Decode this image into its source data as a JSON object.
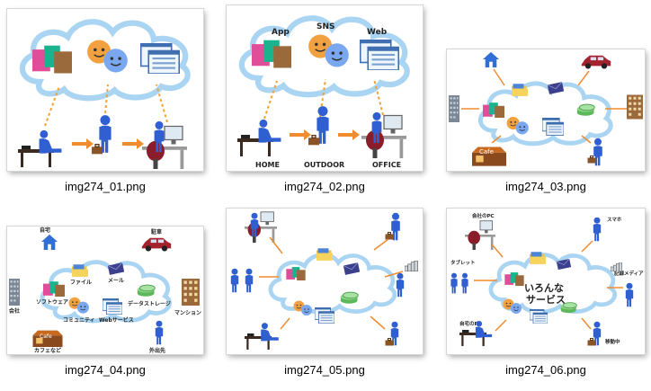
{
  "files": [
    {
      "name": "img274_01.png"
    },
    {
      "name": "img274_02.png",
      "labels": {
        "app": "App",
        "sns": "SNS",
        "web": "Web",
        "home": "HOME",
        "outdoor": "OUTDOOR",
        "office": "OFFICE"
      }
    },
    {
      "name": "img274_03.png",
      "labels": {
        "cafe": "Cafe"
      }
    },
    {
      "name": "img274_04.png",
      "labels": {
        "home": "自宅",
        "company_parking": "駐車",
        "company": "会社",
        "mansion": "マンション",
        "cafe": "カフェなど",
        "outside": "外出先",
        "file": "ファイル",
        "mail": "メール",
        "software": "ソフトウェア",
        "community": "コミュニティ",
        "datastorage": "データストレージ",
        "webservice": "Webサービス",
        "cafe_sign": "Cafe"
      }
    },
    {
      "name": "img274_05.png"
    },
    {
      "name": "img274_06.png",
      "labels": {
        "company_pc": "会社のPC",
        "smartphone": "スマホ",
        "tablet": "タブレット",
        "external_media": "記録メディア",
        "various": "いろんな",
        "services": "サービス",
        "home_pc": "自宅のPC",
        "traveling": "移動中"
      }
    }
  ],
  "colors": {
    "cloud_fill": "#ffffff",
    "cloud_stroke": "#a9d4f2",
    "person": "#2f5fd0",
    "arrow": "#f08c30",
    "dotted": "#f5a030"
  }
}
